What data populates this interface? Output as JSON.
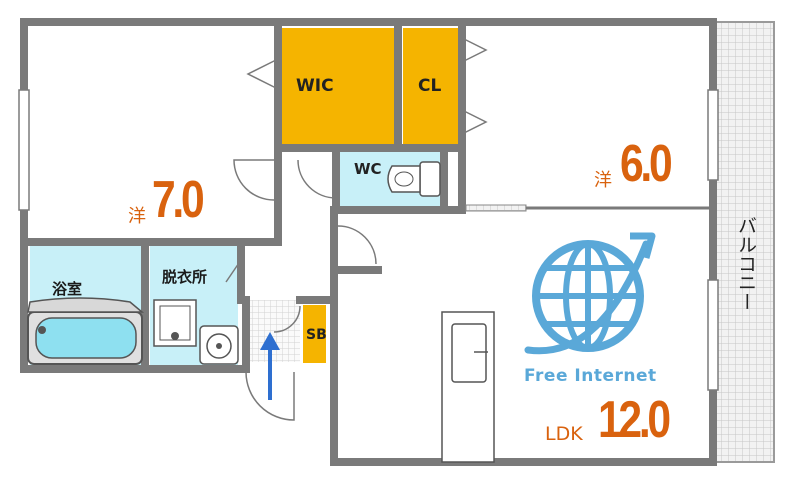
{
  "rooms": {
    "western_a": {
      "type_label": "洋",
      "size": "7.0"
    },
    "western_b": {
      "type_label": "洋",
      "size": "6.0"
    },
    "ldk": {
      "type_label": "LDK",
      "size": "12.0"
    },
    "walk_in_closet": "WIC",
    "closet": "CL",
    "toilet": "WC",
    "bathroom": "浴室",
    "dressing_room": "脱衣所",
    "shoe_box": "SB",
    "balcony": "バルコニー"
  },
  "badge": {
    "text": "Free Internet",
    "icon": "globe-icon"
  },
  "colors": {
    "wall": "#7a7a7a",
    "storage": "#f5b400",
    "wet_area": "#c8f0f8",
    "label_orange": "#d9620e",
    "internet_blue": "#5aa8d8",
    "entry_arrow": "#2e6fd0"
  }
}
